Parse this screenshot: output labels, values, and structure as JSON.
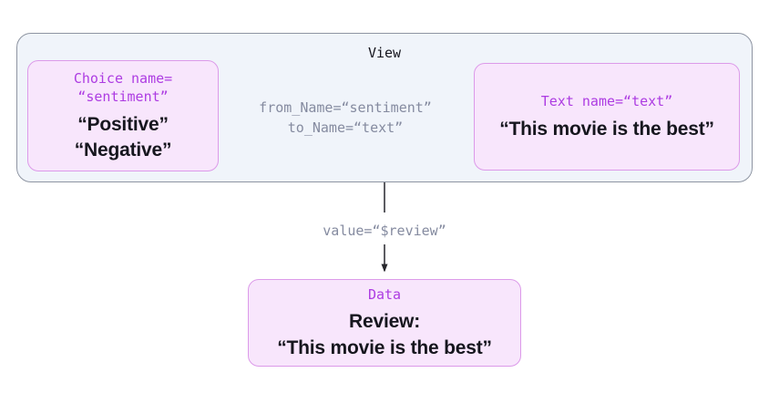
{
  "diagram": {
    "view_container": {
      "title": "View",
      "choice_node": {
        "title_line1": "Choice name=",
        "title_line2": "“sentiment”",
        "options": [
          "“Positive”",
          "“Negative”"
        ]
      },
      "connection_label": {
        "line1": "from_Name=“sentiment”",
        "line2": "to_Name=“text”"
      },
      "text_node": {
        "title": "Text name=“text”",
        "value": "“This movie is the best”"
      }
    },
    "value_edge_label": "value=“$review”",
    "data_node": {
      "title": "Data",
      "line1": "Review:",
      "line2": "“This movie is the best”"
    },
    "colors": {
      "page_bg": "#ffffff",
      "container_bg": "#f0f4fa",
      "container_border": "#8e95a2",
      "node_bg": "#f8e6fc",
      "node_border": "#dc9ae9",
      "accent_purple": "#ad3ce2",
      "gray_label": "#858ba0",
      "dark_text": "#16161e",
      "arrow": "#26262c"
    }
  }
}
